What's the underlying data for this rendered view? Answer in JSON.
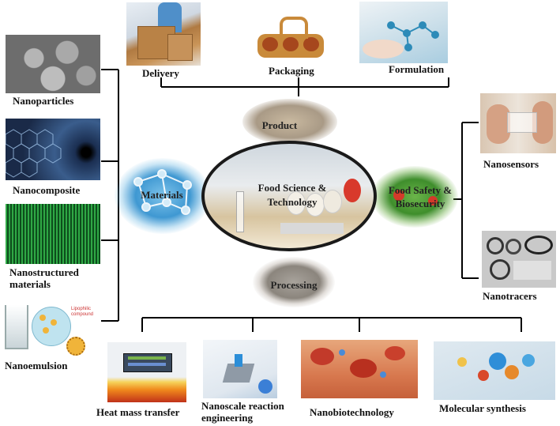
{
  "center": {
    "line1": "Food Science &",
    "line2": "Technology"
  },
  "hubs": {
    "product": "Product",
    "materials": "Materials",
    "safety_line1": "Food Safety &",
    "safety_line2": "Biosecurity",
    "processing": "Processing"
  },
  "top": [
    "Delivery",
    "Packaging",
    "Formulation"
  ],
  "left": [
    "Nanoparticles",
    "Nanocomposite",
    "Nanostructured materials",
    "Nanoemulsion"
  ],
  "emulsion_caption": "Lipophilic compound",
  "right": [
    "Nanosensors",
    "Nanotracers"
  ],
  "bottom": [
    "Heat mass transfer",
    "Nanoscale reaction engineering",
    "Nanobiotechnology",
    "Molecular synthesis"
  ],
  "colors": {
    "line": "#000000",
    "ellipse_border": "#1a1a1a"
  }
}
